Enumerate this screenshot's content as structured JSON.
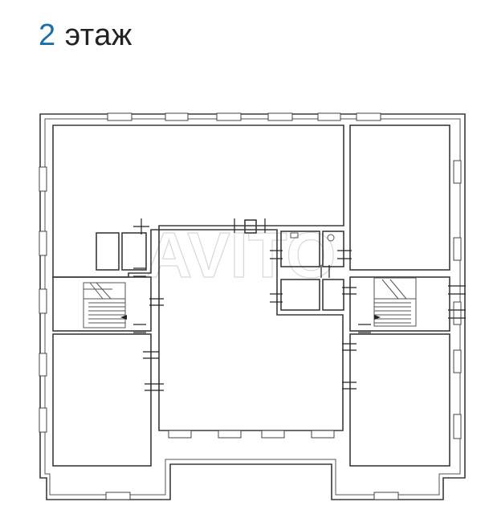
{
  "title": {
    "number": "2",
    "word": "этаж"
  },
  "watermark": "AVITO",
  "colors": {
    "title_number": "#1d6fa5",
    "title_word": "#222222",
    "wall": "#3a3a3a",
    "background": "#ffffff"
  }
}
